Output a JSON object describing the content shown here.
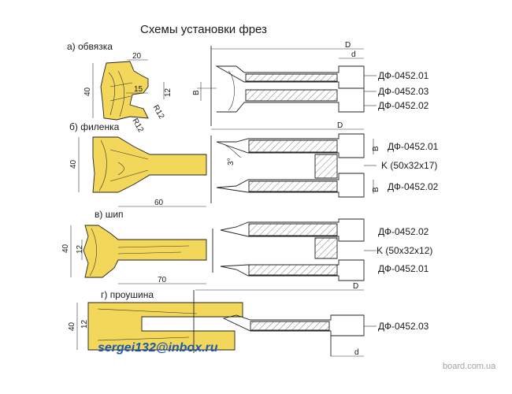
{
  "title": "Схемы установки фрез",
  "sections": {
    "a": {
      "label": "а) обвязка",
      "dims": {
        "width": "20",
        "height": "40",
        "inner": "15",
        "side": "12",
        "r1": "R12",
        "r2": "R12"
      },
      "callouts": [
        "ДФ-0452.01",
        "ДФ-0452.03",
        "ДФ-0452.02"
      ],
      "marks": {
        "D_top": "D",
        "d_top": "d",
        "B": "B",
        "D_bottom": "D"
      }
    },
    "b": {
      "label": "б) филенка",
      "dims": {
        "height": "40",
        "length": "60"
      },
      "callouts": [
        "ДФ-0452.01",
        "K (50x32x17)",
        "ДФ-0452.02"
      ],
      "marks": {
        "B1": "B",
        "angle": "3°",
        "B2": "B"
      }
    },
    "c": {
      "label": "в) шип",
      "dims": {
        "height": "40",
        "inner": "12",
        "length": "70"
      },
      "callouts": [
        "ДФ-0452.02",
        "K (50x32x12)",
        "ДФ-0452.01"
      ]
    },
    "d": {
      "label": "г) проушина",
      "dims": {
        "height": "40",
        "inner": "12"
      },
      "callouts": [
        "ДФ-0452.03"
      ],
      "marks": {
        "D": "D",
        "d": "d"
      }
    }
  },
  "overlay": {
    "email": "sergei132@inbox.ru",
    "watermark": "board.com.ua"
  },
  "colors": {
    "wood": "#f2d75a",
    "email": "#1f57b3",
    "watermark": "#9aa3ab"
  }
}
